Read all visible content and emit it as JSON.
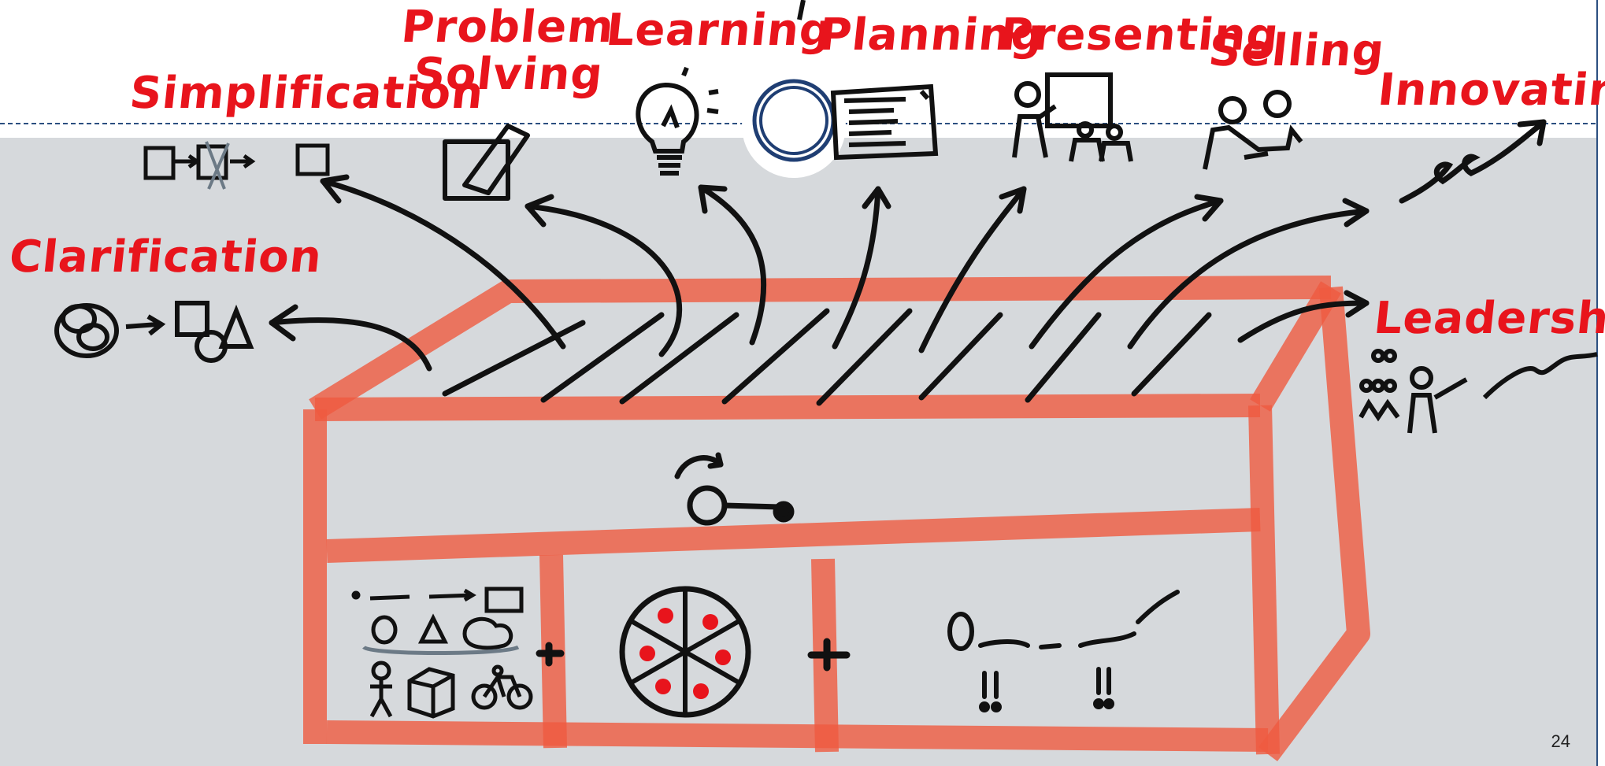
{
  "slide": {
    "page_number": "24",
    "colors": {
      "label_red": "#e8141c",
      "box_orange": "#ef5a40",
      "ink": "#111111",
      "panel": "#d6d9dc",
      "divider": "#2b4f80"
    }
  },
  "labels": {
    "simplification": "Simplification",
    "problem_solving_1": "Problem",
    "problem_solving_2": "Solving",
    "learning": "Learning",
    "planning": "Planning",
    "presenting": "Presenting",
    "selling": "Selling",
    "innovating": "Innovating",
    "clarification": "Clarification",
    "leadership": "Leadership"
  },
  "icons": [
    "boxes-flow-icon",
    "pencil-icon",
    "lightbulb-icon",
    "circle-marker-icon",
    "presentation-board-icon",
    "presenter-icon",
    "handshake-icon",
    "pen-stroke-icon",
    "shapes-cluster-icon",
    "group-people-icon",
    "key-icon",
    "flow-items-icon",
    "wheel-icon",
    "emphasis-path-icon"
  ]
}
